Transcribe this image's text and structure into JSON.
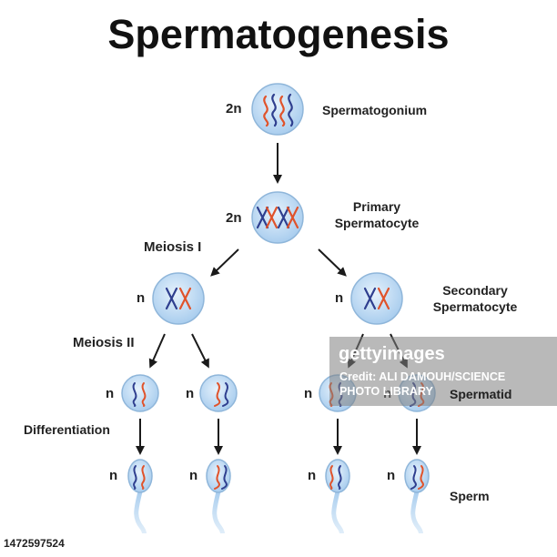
{
  "title": "Spermatogenesis",
  "stages": {
    "spermatogonium": {
      "ploidy": "2n",
      "label": "Spermatogonium"
    },
    "primary": {
      "ploidy": "2n",
      "label_line1": "Primary",
      "label_line2": "Spermatocyte"
    },
    "secondary": {
      "ploidy": "n",
      "label_line1": "Secondary",
      "label_line2": "Spermatocyte"
    },
    "spermatid": {
      "ploidy": "n",
      "label": "Spermatid"
    },
    "sperm": {
      "ploidy": "n",
      "label": "Sperm"
    }
  },
  "processes": {
    "meiosis1": "Meiosis I",
    "meiosis2": "Meiosis II",
    "differentiation": "Differentiation"
  },
  "colors": {
    "cell_fill": "#bcd9f2",
    "cell_stroke": "#8fb6da",
    "chromosome_blue": "#2f3f8f",
    "chromosome_red": "#e0532b",
    "arrow": "#1a1a1a"
  },
  "watermark": {
    "logo": "gettyimages",
    "credit_line1": "Credit: ALI DAMOUH/SCIENCE",
    "credit_line2": "PHOTO LIBRARY"
  },
  "footer": {
    "image_id": "1472597524"
  }
}
